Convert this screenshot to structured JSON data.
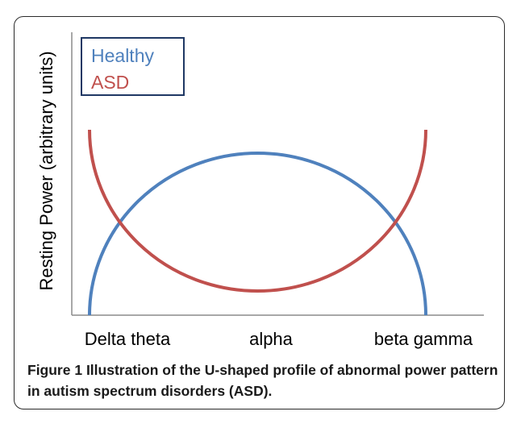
{
  "chart_data": {
    "type": "line",
    "title": "",
    "xlabel": "",
    "ylabel": "Resting Power (arbitrary units)",
    "categories": [
      "Delta theta",
      "alpha",
      "beta gamma"
    ],
    "grid": false,
    "legend": "top-left",
    "series": [
      {
        "name": "Healthy",
        "color": "#4f81bd",
        "shape": "inverted-u",
        "x": [
          0,
          0.1,
          0.2,
          0.3,
          0.4,
          0.5,
          0.6,
          0.7,
          0.8,
          0.9,
          1
        ],
        "y": [
          0,
          0.5,
          0.7,
          0.83,
          0.9,
          0.92,
          0.9,
          0.83,
          0.7,
          0.5,
          0
        ]
      },
      {
        "name": "ASD",
        "color": "#c0504d",
        "shape": "u",
        "x": [
          0,
          0.1,
          0.2,
          0.3,
          0.4,
          0.5,
          0.6,
          0.7,
          0.8,
          0.9,
          1
        ],
        "y": [
          1,
          0.42,
          0.24,
          0.12,
          0.06,
          0.05,
          0.06,
          0.12,
          0.24,
          0.42,
          1
        ]
      }
    ]
  },
  "caption": {
    "figure_label": "Figure 1",
    "text": " Illustration of the U-shaped profile of abnormal power pattern in autism spectrum disorders (ASD)."
  }
}
